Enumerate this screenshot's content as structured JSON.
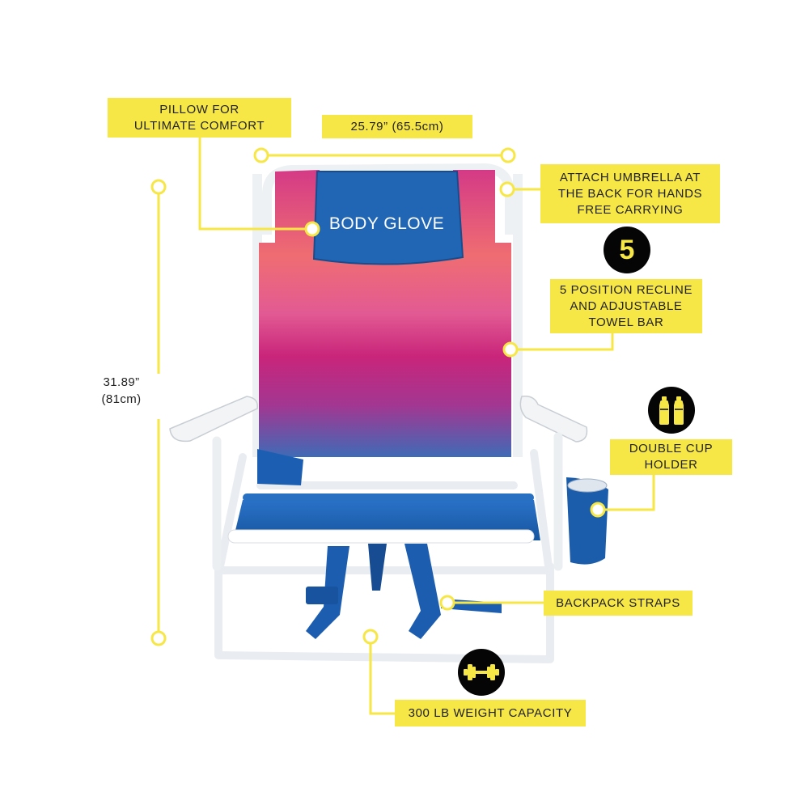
{
  "brand": {
    "logo_text": "BODY GLOVE"
  },
  "colors": {
    "callout_yellow": "#f7e746",
    "badge_black": "#050505",
    "frame_white": "#f2f4f6",
    "seat_blue": "#1b5fb5",
    "fabric_gradient": [
      "#d43a86",
      "#ef6d72",
      "#d22f7a",
      "#a8328a",
      "#4a68b2"
    ]
  },
  "labels": {
    "pillow": [
      "PILLOW FOR",
      "ULTIMATE COMFORT"
    ],
    "width": "25.79” (65.5cm)",
    "height": [
      "31.89”",
      "(81cm)"
    ],
    "umbrella": [
      "ATTACH UMBRELLA AT",
      "THE BACK FOR HANDS",
      "FREE CARRYING"
    ],
    "recline_badge": "5",
    "recline": [
      "5 POSITION RECLINE",
      "AND ADJUSTABLE",
      "TOWEL BAR"
    ],
    "cup_holder": [
      "DOUBLE CUP",
      "HOLDER"
    ],
    "backpack": "BACKPACK STRAPS",
    "weight": "300 LB WEIGHT CAPACITY"
  },
  "icons": {
    "recline": "number-5-badge",
    "cup_holder": "bottles-icon",
    "weight": "dumbbell-icon"
  }
}
